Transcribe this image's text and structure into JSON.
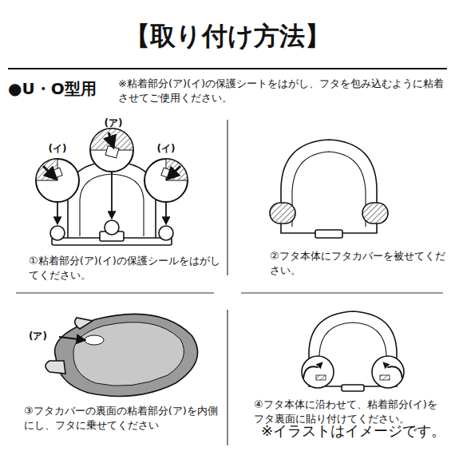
{
  "diagram": {
    "title": "【取り付け方法】",
    "caption": "※イラストはイメージです。",
    "labels": [
      "●U・O型用",
      "※粘着部分(ア)(イ)の保護シートをはがし、フタを包み込むように粘着させてご使用ください。",
      "(ア)",
      "(イ)",
      "(イ)",
      "①粘着部分(ア)(イ)の保護シールをはがしてください。",
      "②フタ本体にフタカバーを被せてください。",
      "(ア)",
      "③フタカバーの裏面の粘着部分(ア)を内側にし、フタに乗せてください",
      "④フタ本体に沿わせて、粘着部分(イ)をフタ裏面に貼り付けてください。"
    ]
  }
}
